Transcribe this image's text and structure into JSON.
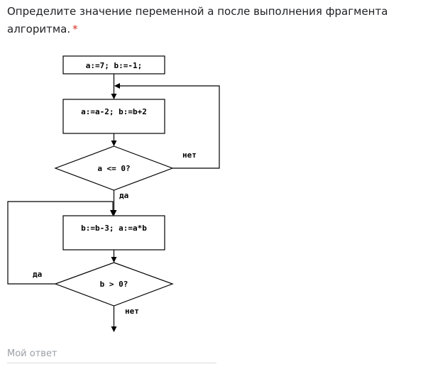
{
  "question": {
    "text": "Определите значение переменной а после выполнения фрагмента алгоритма.",
    "required_mark": "*"
  },
  "flowchart": {
    "init": "a:=7; b:=-1;",
    "step1": "a:=a-2; b:=b+2",
    "cond1": "a <= 0?",
    "cond1_no": "нет",
    "cond1_yes": "да",
    "step2": "b:=b-3; a:=a*b",
    "cond2": "b > 0?",
    "cond2_yes": "да",
    "cond2_no": "нет"
  },
  "answer": {
    "placeholder": "Мой ответ",
    "value": ""
  }
}
